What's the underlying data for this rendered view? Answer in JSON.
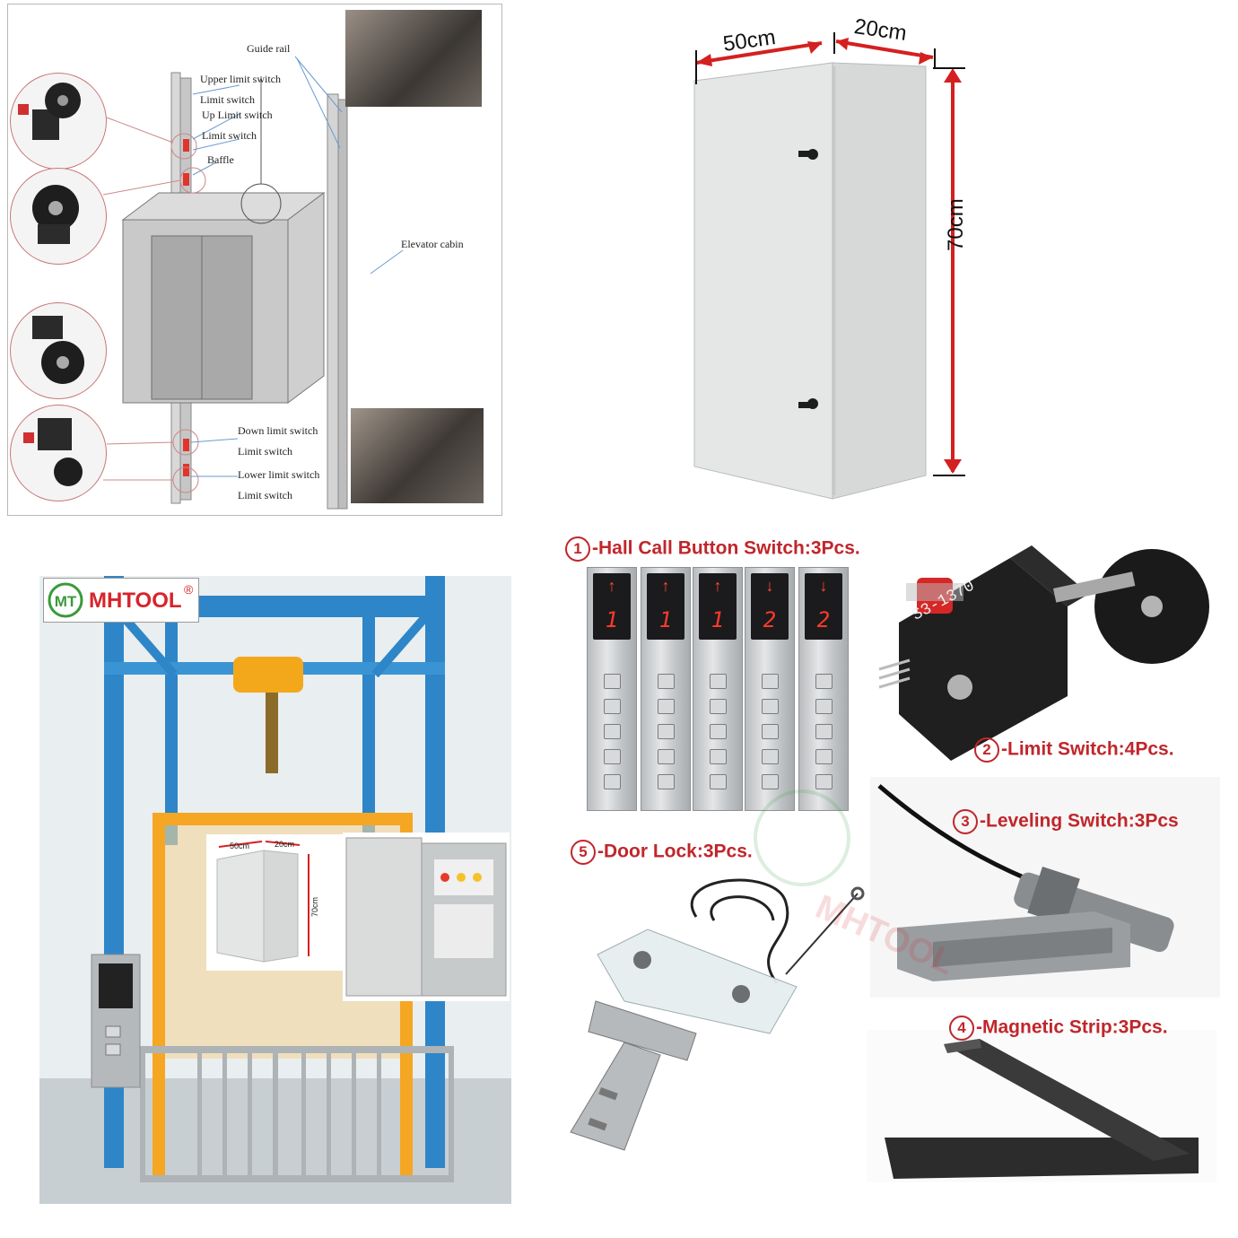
{
  "diagram": {
    "labels": {
      "guide_rail": "Guide rail",
      "upper_limit_switch": "Upper limit switch",
      "limit_switch_1": "Limit switch",
      "up_limit_switch": "Up Limit switch",
      "limit_switch_2": "Limit switch",
      "baffle": "Baffle",
      "elevator_cabin": "Elevator cabin",
      "down_limit_switch": "Down limit switch",
      "limit_switch_3": "Limit switch",
      "lower_limit_switch": "Lower limit switch",
      "limit_switch_4": "Limit switch"
    }
  },
  "cabinet": {
    "width": "50cm",
    "depth": "20cm",
    "height": "70cm"
  },
  "site_photo": {
    "brand": "MHTOOL",
    "registered": "®",
    "inset_width": "50cm",
    "inset_depth": "20cm",
    "inset_height": "70cm"
  },
  "parts": [
    {
      "num": "1",
      "label": "-Hall Call Button Switch:3Pcs."
    },
    {
      "num": "2",
      "label": "-Limit Switch:4Pcs."
    },
    {
      "num": "3",
      "label": "-Leveling Switch:3Pcs"
    },
    {
      "num": "4",
      "label": "-Magnetic Strip:3Pcs."
    },
    {
      "num": "5",
      "label": "-Door Lock:3Pcs."
    }
  ],
  "button_panels": [
    {
      "arrow": "↑",
      "floor": "1"
    },
    {
      "arrow": "↑",
      "floor": "1"
    },
    {
      "arrow": "↑",
      "floor": "1"
    },
    {
      "arrow": "↓",
      "floor": "2"
    },
    {
      "arrow": "↓",
      "floor": "2"
    }
  ],
  "limit_switch_model": "S3-1370",
  "watermark": "MHTOOL"
}
